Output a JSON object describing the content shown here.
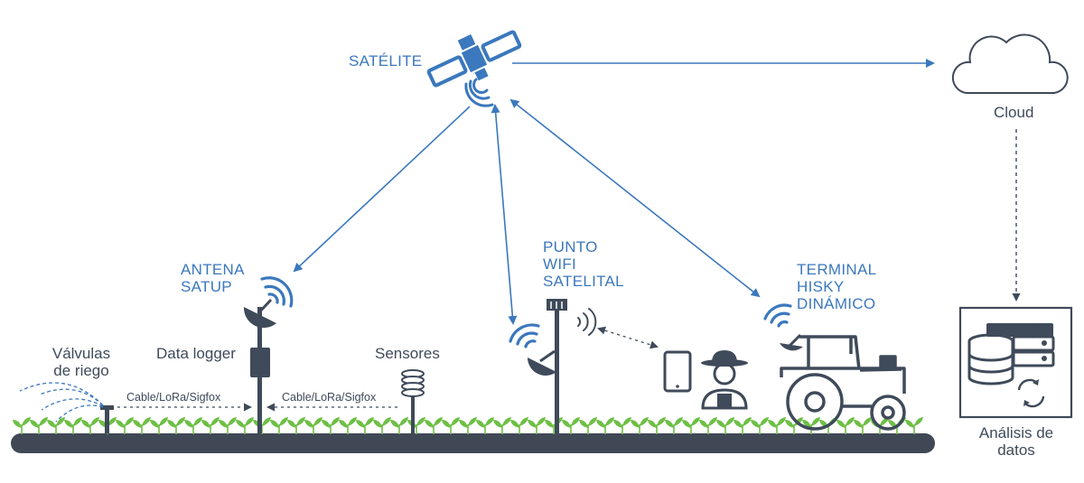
{
  "labels": {
    "satellite": "SATÉLITE",
    "cloud": "Cloud",
    "antenna": [
      "ANTENA",
      "SATUP"
    ],
    "wifi_point": [
      "PUNTO",
      "WIFI",
      "SATELITAL"
    ],
    "terminal": [
      "TERMINAL",
      "HISKY",
      "DINÁMICO"
    ],
    "valves": [
      "Válvulas",
      "de riego"
    ],
    "data_logger": "Data logger",
    "sensors": "Sensores",
    "link_left": "Cable/LoRa/Sigfox",
    "link_right": "Cable/LoRa/Sigfox",
    "analysis": [
      "Análisis de",
      "datos"
    ]
  },
  "colors": {
    "accent": "#3b78bd",
    "dark": "#3f4a5a",
    "plant": "#6dbf44",
    "ground": "#404855"
  }
}
